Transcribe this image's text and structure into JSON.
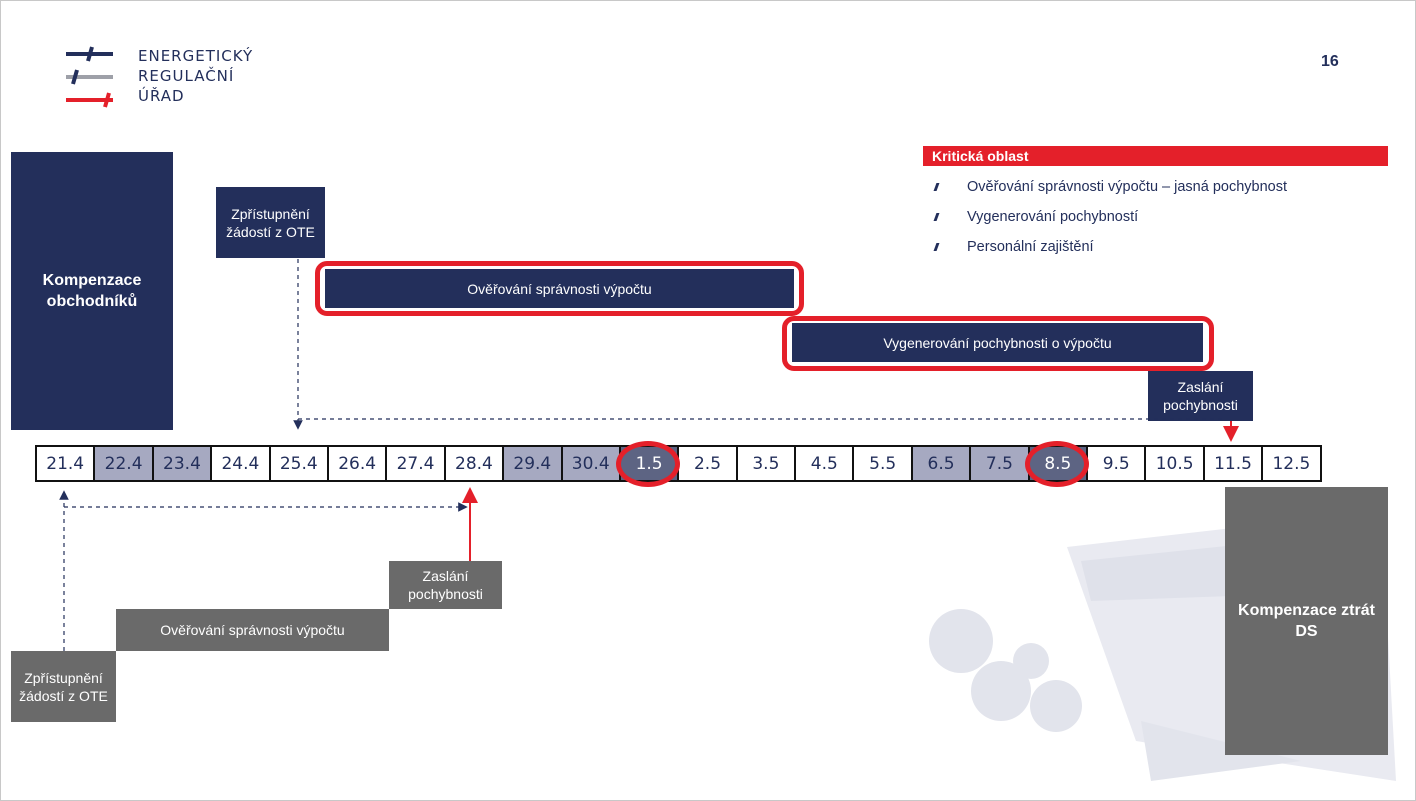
{
  "logo": {
    "lines": [
      "ENERGETICKÝ",
      "REGULAČNÍ",
      "ÚŘAD"
    ],
    "colors": {
      "navy": "#232f5b",
      "grey": "#9ea0a8",
      "red": "#e4202a"
    }
  },
  "page_number": "16",
  "legend": {
    "title": "Kritická oblast",
    "items": [
      "Ověřování správnosti výpočtu – jasná pochybnost",
      "Vygenerování pochybností",
      "Personální zajištění"
    ]
  },
  "upper": {
    "side_label": "Kompenzace obchodníků",
    "request_box": "Zpřístupnění žádostí z OTE",
    "verify_box": "Ověřování správnosti výpočtu",
    "generate_box": "Vygenerování pochybnosti o výpočtu",
    "send_box": "Zaslání pochybnosti"
  },
  "lower": {
    "side_label": "Kompenzace ztrát DS",
    "request_box": "Zpřístupnění žádostí z OTE",
    "verify_box": "Ověřování správnosti výpočtu",
    "send_box": "Zaslání pochybnosti"
  },
  "timeline": {
    "dates": [
      "21.4",
      "22.4",
      "23.4",
      "24.4",
      "25.4",
      "26.4",
      "27.4",
      "28.4",
      "29.4",
      "30.4",
      "1.5",
      "2.5",
      "3.5",
      "4.5",
      "5.5",
      "6.5",
      "7.5",
      "8.5",
      "9.5",
      "10.5",
      "11.5",
      "12.5"
    ],
    "holidays": [
      "22.4",
      "23.4",
      "29.4",
      "30.4",
      "6.5",
      "7.5"
    ],
    "critical": [
      "1.5",
      "8.5"
    ]
  },
  "colors": {
    "navy": "#232f5b",
    "grey": "#6a6a6a",
    "red": "#e4202a",
    "holiday": "#a6a9c1",
    "critical": "#5d6483"
  }
}
